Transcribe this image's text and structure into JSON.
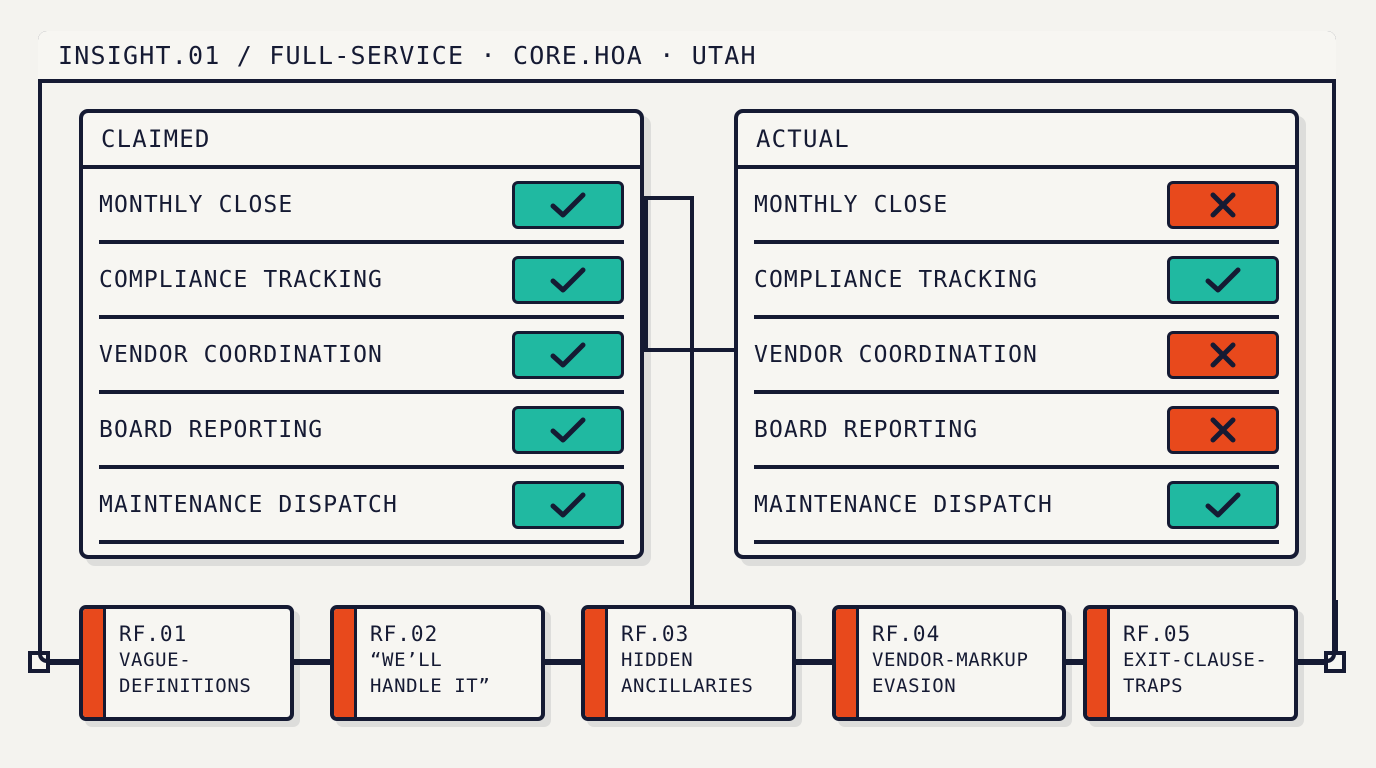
{
  "header": {
    "title": "INSIGHT.01 / FULL-SERVICE · CORE.HOA · UTAH"
  },
  "panels": [
    {
      "id": "claimed",
      "heading": "CLAIMED",
      "rows": [
        {
          "label": "MONTHLY CLOSE",
          "status": "ok",
          "icon": "check-icon"
        },
        {
          "label": "COMPLIANCE TRACKING",
          "status": "ok",
          "icon": "check-icon"
        },
        {
          "label": "VENDOR COORDINATION",
          "status": "ok",
          "icon": "check-icon"
        },
        {
          "label": "BOARD REPORTING",
          "status": "ok",
          "icon": "check-icon"
        },
        {
          "label": "MAINTENANCE DISPATCH",
          "status": "ok",
          "icon": "check-icon"
        }
      ]
    },
    {
      "id": "actual",
      "heading": "ACTUAL",
      "rows": [
        {
          "label": "MONTHLY CLOSE",
          "status": "fail",
          "icon": "cross-icon"
        },
        {
          "label": "COMPLIANCE TRACKING",
          "status": "ok",
          "icon": "check-icon"
        },
        {
          "label": "VENDOR COORDINATION",
          "status": "fail",
          "icon": "cross-icon"
        },
        {
          "label": "BOARD REPORTING",
          "status": "fail",
          "icon": "cross-icon"
        },
        {
          "label": "MAINTENANCE DISPATCH",
          "status": "ok",
          "icon": "check-icon"
        }
      ]
    }
  ],
  "red_flags": [
    {
      "id": "RF.01",
      "name": "VAGUE-\nDEFINITIONS"
    },
    {
      "id": "RF.02",
      "name": "“WE’LL\nHANDLE IT”"
    },
    {
      "id": "RF.03",
      "name": "HIDDEN\nANCILLARIES"
    },
    {
      "id": "RF.04",
      "name": "VENDOR-MARKUP\nEVASION"
    },
    {
      "id": "RF.05",
      "name": "EXIT-CLAUSE-\nTRAPS"
    }
  ],
  "colors": {
    "ink": "#151a33",
    "background": "#f4f3ef",
    "surface": "#f7f6f2",
    "ok": "#20b9a1",
    "fail": "#e8491c"
  }
}
